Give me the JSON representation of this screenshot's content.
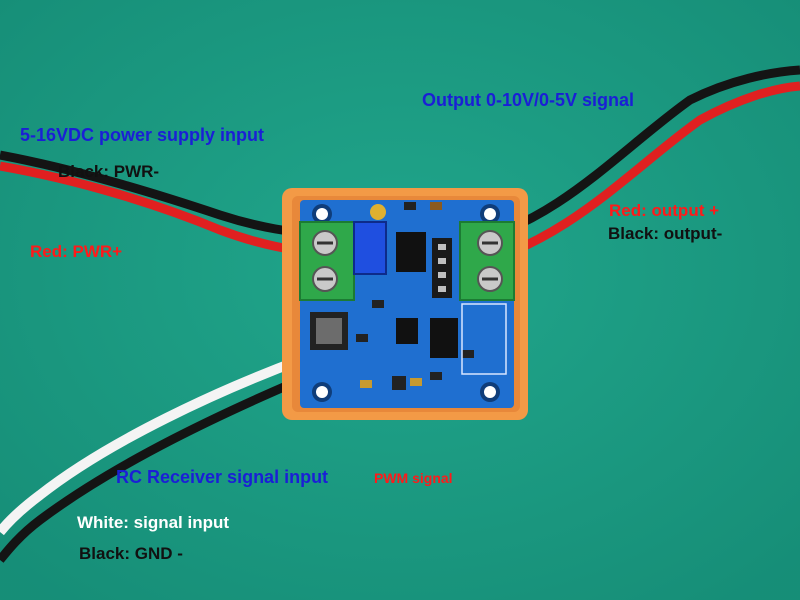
{
  "colors": {
    "background": "#1b9f86",
    "pcb": "#1f6fd0",
    "frame": "#f39a46",
    "terminal_block": "#2fa84a",
    "label_blue": "#1a1fd6",
    "label_red": "#ff1a1a",
    "wire_red": "#e02020",
    "wire_black": "#141414",
    "wire_white": "#f4f4f4"
  },
  "labels": {
    "power_title": "5-16VDC power supply input",
    "power_black": "Black: PWR-",
    "power_red": "Red: PWR+",
    "output_title": "Output 0-10V/0-5V signal",
    "output_red": "Red: output +",
    "output_black": "Black: output-",
    "rc_title": "RC Receiver signal input",
    "rc_pwm": "PWM signal",
    "rc_white": "White: signal input",
    "rc_black": "Black: GND -"
  }
}
